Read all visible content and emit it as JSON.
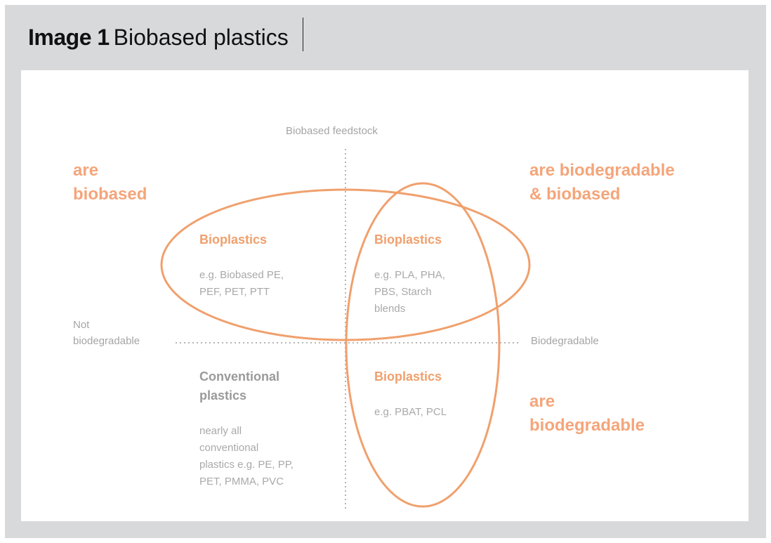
{
  "heading": {
    "bold": "Image 1",
    "rest": "Biobased plastics"
  },
  "diagram": {
    "axes": {
      "top": "Biobased feedstock",
      "left_line1": "Not",
      "left_line2": "biodegradable",
      "right": "Biodegradable"
    },
    "corner_labels": {
      "top_left_line1": "are",
      "top_left_line2": "biobased",
      "top_right_line1": "are biodegradable",
      "top_right_line2": "& biobased",
      "bottom_right_line1": "are",
      "bottom_right_line2": "biodegradable"
    },
    "quadrants": {
      "top_left": {
        "title": "Bioplastics",
        "line1": "e.g. Biobased PE,",
        "line2": "PEF, PET, PTT"
      },
      "top_right": {
        "title": "Bioplastics",
        "line1": "e.g. PLA, PHA,",
        "line2": "PBS, Starch",
        "line3": "blends"
      },
      "bottom_right": {
        "title": "Bioplastics",
        "line1": "e.g. PBAT, PCL"
      },
      "bottom_left": {
        "title_line1": "Conventional",
        "title_line2": "plastics",
        "line1": "nearly all",
        "line2": "conventional",
        "line3": "plastics e.g. PE, PP,",
        "line4": "PET, PMMA, PVC"
      }
    },
    "colors": {
      "accent": "#f4a57a",
      "ellipse": "#f0a06d",
      "text_grey": "#a9a9a9",
      "frame": "#d8d9db"
    }
  }
}
